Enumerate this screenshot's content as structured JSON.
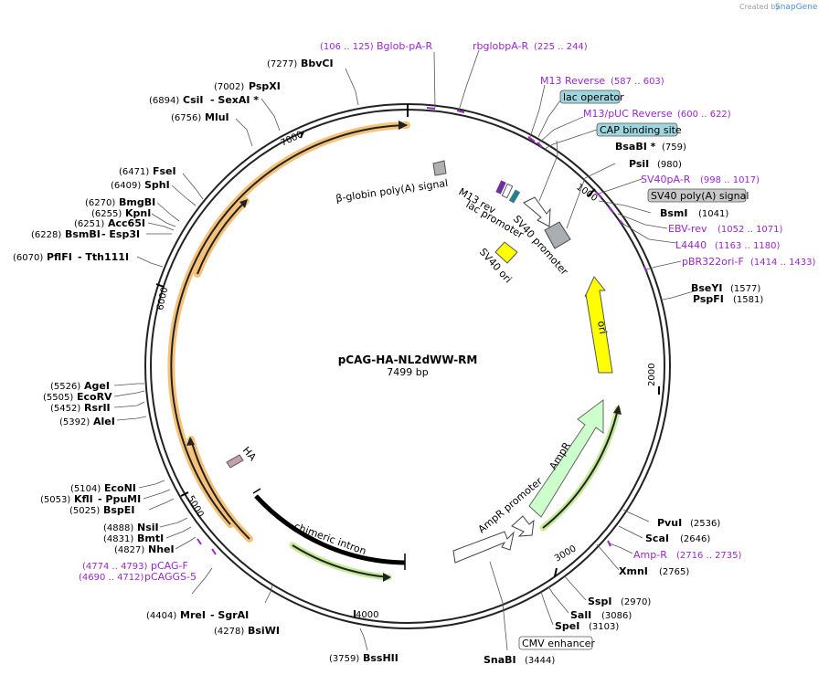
{
  "credit": {
    "prefix": "Created by",
    "brand": "SnapGene"
  },
  "plasmid": {
    "name": "pCAG-HA-NL2dWW-RM",
    "length": "7499 bp"
  },
  "ticks": [
    "1000",
    "2000",
    "3000",
    "4000",
    "5000",
    "6000",
    "7000"
  ],
  "enzymes_left": [
    {
      "pos": "(7277)",
      "name": "BbvCI"
    },
    {
      "pos": "(7002)",
      "name": "PspXI"
    },
    {
      "pos": "(6894)",
      "name": "CsiI",
      "extra": "- SexAI *"
    },
    {
      "pos": "(6756)",
      "name": "MluI"
    },
    {
      "pos": "(6471)",
      "name": "FseI"
    },
    {
      "pos": "(6409)",
      "name": "SphI"
    },
    {
      "pos": "(6270)",
      "name": "BmgBI"
    },
    {
      "pos": "(6255)",
      "name": "KpnI"
    },
    {
      "pos": "(6251)",
      "name": "Acc65I"
    },
    {
      "pos": "(6228)",
      "name": "BsmBI",
      "extra": "- Esp3I"
    },
    {
      "pos": "(6070)",
      "name": "PflFI",
      "extra": "- Tth111I"
    },
    {
      "pos": "(5526)",
      "name": "AgeI"
    },
    {
      "pos": "(5505)",
      "name": "EcoRV"
    },
    {
      "pos": "(5452)",
      "name": "RsrII"
    },
    {
      "pos": "(5392)",
      "name": "AleI"
    },
    {
      "pos": "(5104)",
      "name": "EcoNI"
    },
    {
      "pos": "(5053)",
      "name": "KflI",
      "extra": "- PpuMI"
    },
    {
      "pos": "(5025)",
      "name": "BspEI"
    },
    {
      "pos": "(4888)",
      "name": "NsiI"
    },
    {
      "pos": "(4831)",
      "name": "BmtI"
    },
    {
      "pos": "(4827)",
      "name": "NheI"
    },
    {
      "pos": "(4404)",
      "name": "MreI",
      "extra": "- SgrAI"
    },
    {
      "pos": "(4278)",
      "name": "BsiWI"
    },
    {
      "pos": "(3759)",
      "name": "BssHII"
    }
  ],
  "enzymes_right": [
    {
      "name": "BsaBI *",
      "pos": "(759)"
    },
    {
      "name": "PsiI",
      "pos": "(980)"
    },
    {
      "name": "BsmI",
      "pos": "(1041)"
    },
    {
      "name": "BseYI",
      "pos": "(1577)"
    },
    {
      "name": "PspFI",
      "pos": "(1581)"
    },
    {
      "name": "PvuI",
      "pos": "(2536)"
    },
    {
      "name": "ScaI",
      "pos": "(2646)"
    },
    {
      "name": "XmnI",
      "pos": "(2765)"
    },
    {
      "name": "SspI",
      "pos": "(2970)"
    },
    {
      "name": "SalI",
      "pos": "(3086)"
    },
    {
      "name": "SpeI",
      "pos": "(3103)"
    },
    {
      "name": "SnaBI",
      "pos": "(3444)"
    }
  ],
  "primers": [
    {
      "name": "Bglob-pA-R",
      "pos": "(106 .. 125)"
    },
    {
      "name": "rbglobpA-R",
      "pos": "(225 .. 244)"
    },
    {
      "name": "M13 Reverse",
      "pos": "(587 .. 603)"
    },
    {
      "name": "M13/pUC Reverse",
      "pos": "(600 .. 622)"
    },
    {
      "name": "SV40pA-R",
      "pos": "(998 .. 1017)"
    },
    {
      "name": "EBV-rev",
      "pos": "(1052 .. 1071)"
    },
    {
      "name": "L4440",
      "pos": "(1163 .. 1180)"
    },
    {
      "name": "pBR322ori-F",
      "pos": "(1414 .. 1433)"
    },
    {
      "name": "Amp-R",
      "pos": "(2716 .. 2735)"
    },
    {
      "name": "pCAG-F",
      "pos": "(4774 .. 4793)"
    },
    {
      "name": "pCAGGS-5",
      "pos": "(4690 .. 4712)"
    }
  ],
  "boxed_labels": {
    "lac_operator": "lac operator",
    "cap_site": "CAP binding site",
    "sv40_polya": "SV40 poly(A) signal",
    "cmv_enhancer": "CMV enhancer"
  },
  "feature_labels": {
    "beta_globin": "β-globin poly(A) signal",
    "m13_rev": "M13 rev",
    "lac_promoter": "lac promoter",
    "sv40_promoter": "SV40 promoter",
    "sv40_ori": "SV40 ori",
    "ori": "ori",
    "ampr": "AmpR",
    "ampr_promoter": "AmpR promoter",
    "chimeric_intron": "chimeric intron",
    "ha": "HA"
  },
  "colors": {
    "backbone": "#222222",
    "orange_glow": "#f6c27a",
    "ori": "#ffff00",
    "ampr": "#ccffcc",
    "primer": "#9a27c9",
    "boxed_blue": "#9fd5dd",
    "boxed_gray": "#c8c8c8"
  }
}
